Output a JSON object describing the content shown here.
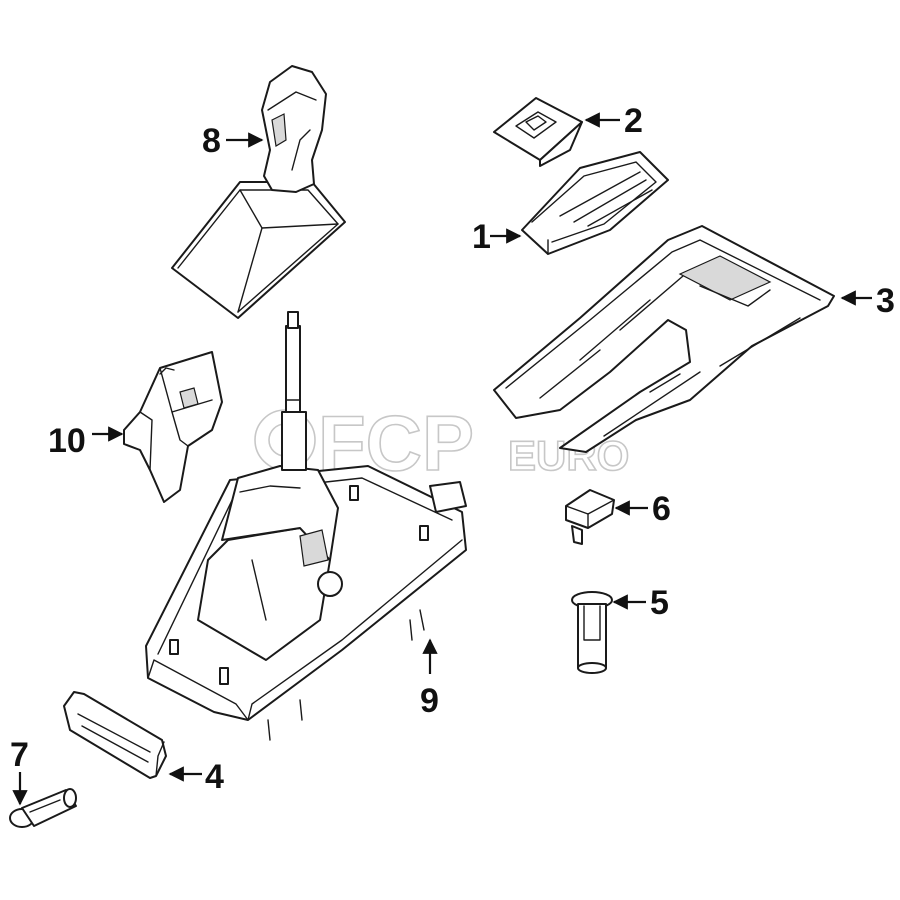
{
  "watermark": {
    "brand_main": "FCP",
    "brand_sub": "EURO",
    "color": "#c7c7c7"
  },
  "callouts": {
    "c1": "1",
    "c2": "2",
    "c3": "3",
    "c4": "4",
    "c5": "5",
    "c6": "6",
    "c7": "7",
    "c8": "8",
    "c9": "9",
    "c10": "10"
  },
  "colors": {
    "line": "#1a1a1a",
    "background": "#ffffff"
  }
}
